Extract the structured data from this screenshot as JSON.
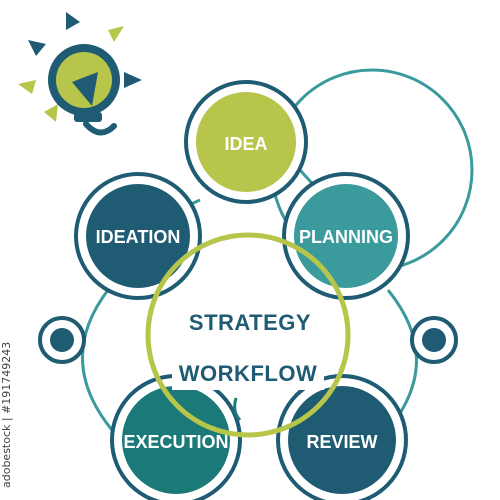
{
  "diagram": {
    "center": {
      "line1": "STRATEGY",
      "line2": "WORKFLOW"
    },
    "nodes": [
      {
        "id": "idea",
        "label": "IDEA",
        "color": "#b7c54a"
      },
      {
        "id": "planning",
        "label": "PLANNING",
        "color": "#3a9a9c"
      },
      {
        "id": "ideation",
        "label": "IDEATION",
        "color": "#1f5c73"
      },
      {
        "id": "execution",
        "label": "EXECUTION",
        "color": "#1b7a78"
      },
      {
        "id": "review",
        "label": "REVIEW",
        "color": "#1f5c73"
      }
    ],
    "icon": "lightbulb-icon"
  },
  "watermark": {
    "side_text": "adobestock | #191749243"
  },
  "colors": {
    "navy": "#1f5c73",
    "teal": "#3a9a9c",
    "lime": "#b7c54a",
    "dark_teal": "#1b7a78",
    "line": "#3a9a9c"
  }
}
